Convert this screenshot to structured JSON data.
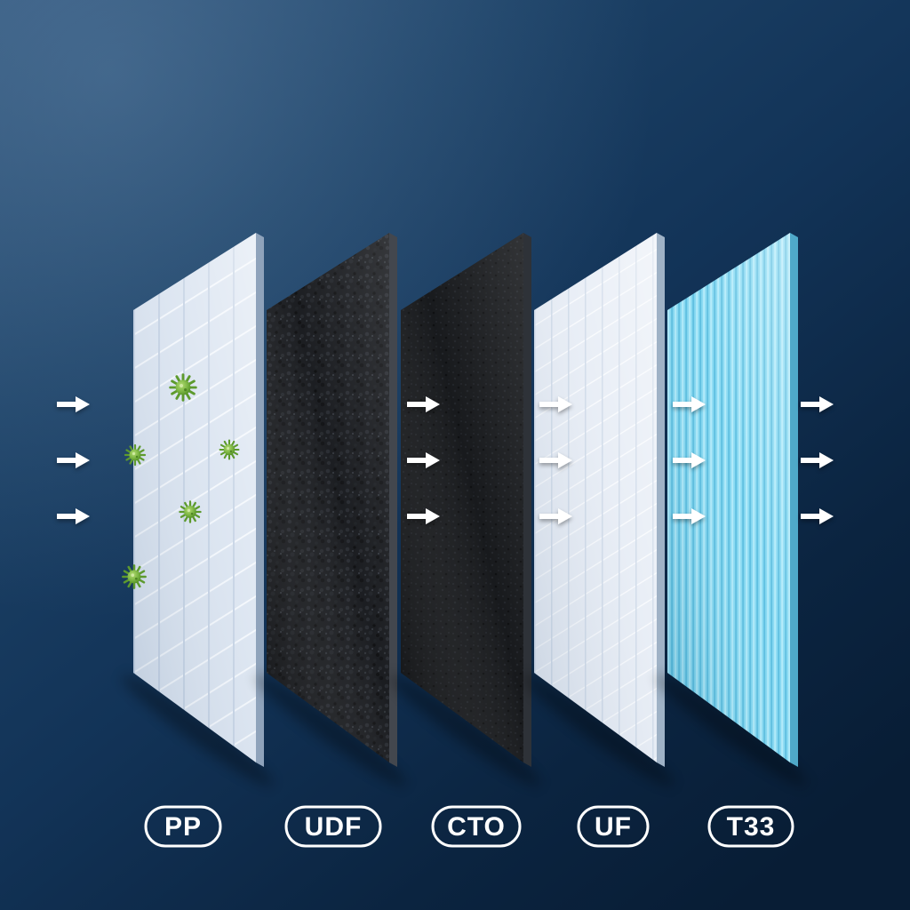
{
  "diagram": {
    "subject": "five-stage-water-filter-layers",
    "flow_direction": "left-to-right",
    "background": {
      "top_left": "#2d5278",
      "bottom_right": "#081d35"
    }
  },
  "stages": [
    {
      "label": "PP",
      "panel": "white-grid-sediment-panel",
      "panel_color": "#d9e3f0"
    },
    {
      "label": "UDF",
      "panel": "black-granular-carbon-panel",
      "panel_color": "#15171b"
    },
    {
      "label": "CTO",
      "panel": "black-carbon-block-panel",
      "panel_color": "#111316"
    },
    {
      "label": "UF",
      "panel": "white-fine-grid-membrane-panel",
      "panel_color": "#e6ecf5"
    },
    {
      "label": "T33",
      "panel": "cyan-striped-post-carbon-panel",
      "panel_color": "#82d8f2"
    }
  ],
  "flow_arrows": {
    "groups": [
      "inlet",
      "after-udf",
      "after-cto",
      "after-uf",
      "outlet"
    ],
    "arrows_per_group": 3,
    "color": "#ffffff",
    "direction": "right"
  },
  "particles": {
    "icon": "germ-particle-icon",
    "color": "#7cb544",
    "count": 5,
    "location": "on-pp-panel"
  }
}
